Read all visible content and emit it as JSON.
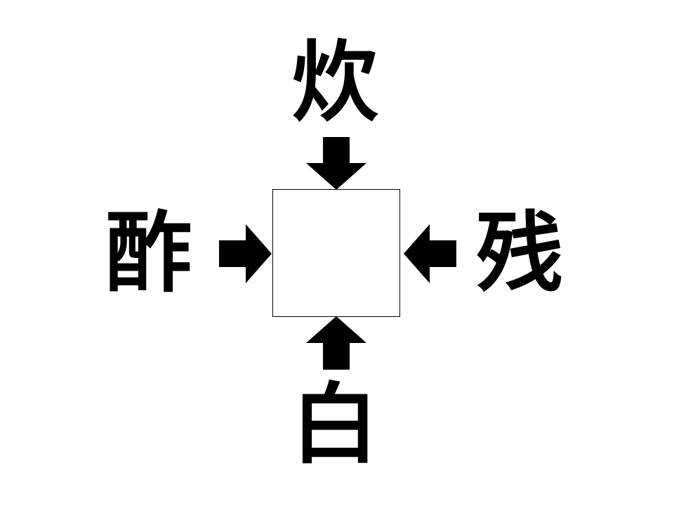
{
  "puzzle": {
    "top": "炊",
    "left": "酢",
    "right": "残",
    "bottom": "白",
    "answer": ""
  },
  "colors": {
    "ink": "#000000",
    "background": "#ffffff"
  },
  "icons": {
    "top_arrow": "arrow-down-icon",
    "left_arrow": "arrow-right-icon",
    "right_arrow": "arrow-left-icon",
    "bottom_arrow": "arrow-up-icon"
  }
}
